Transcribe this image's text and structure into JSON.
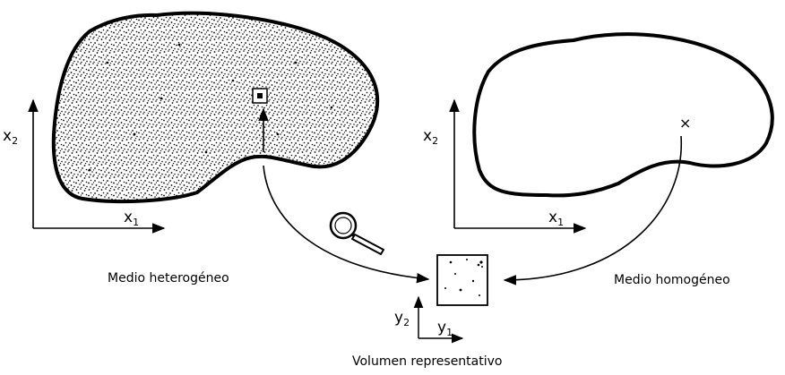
{
  "left_panel": {
    "caption": "Medio heterogéneo",
    "axis_x": {
      "base": "x",
      "sub": "1"
    },
    "axis_y": {
      "base": "x",
      "sub": "2"
    }
  },
  "right_panel": {
    "caption": "Medio homogéneo",
    "axis_x": {
      "base": "x",
      "sub": "1"
    },
    "axis_y": {
      "base": "x",
      "sub": "2"
    }
  },
  "center": {
    "caption": "Volumen representativo",
    "axis_x": {
      "base": "y",
      "sub": "1"
    },
    "axis_y": {
      "base": "y",
      "sub": "2"
    }
  },
  "point_marker": "×",
  "icons": {
    "magnifier": "magnifying-glass-icon",
    "point": "cross-marker-icon"
  },
  "colors": {
    "stroke": "#000000",
    "background": "#ffffff"
  }
}
